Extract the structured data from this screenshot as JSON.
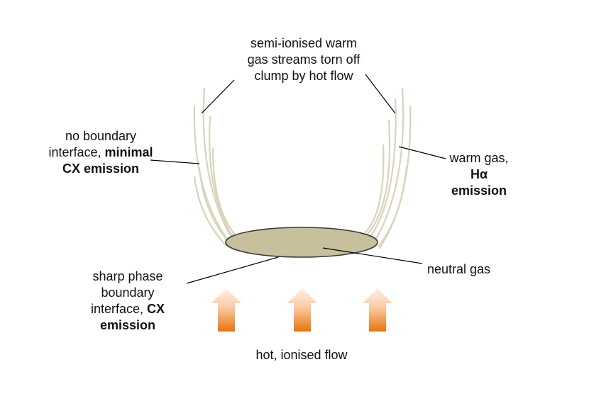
{
  "labels": {
    "streams": [
      "semi-ionised warm",
      "gas streams torn off",
      "clump by hot flow"
    ],
    "no_boundary": {
      "line1": "no boundary",
      "line2_normal": "interface, ",
      "line2_bold": "minimal",
      "line3_bold": "CX emission"
    },
    "warm_gas": {
      "line1": "warm gas,",
      "line2_bold": "Hα",
      "line3_bold": "emission"
    },
    "neutral_gas": "neutral gas",
    "sharp_boundary": {
      "line1": "sharp phase",
      "line2": "boundary",
      "line3_normal": "interface, ",
      "line3_bold": "CX",
      "line4_bold": "emission"
    },
    "flow": "hot, ionised flow"
  },
  "colors": {
    "clump_fill": "#c8bf9c",
    "clump_stroke": "#3a3a3a",
    "stream_color": "#d6d1b8",
    "arrow_top": "#fde9dc",
    "arrow_bottom": "#e6740f",
    "leader_line": "#000000"
  }
}
